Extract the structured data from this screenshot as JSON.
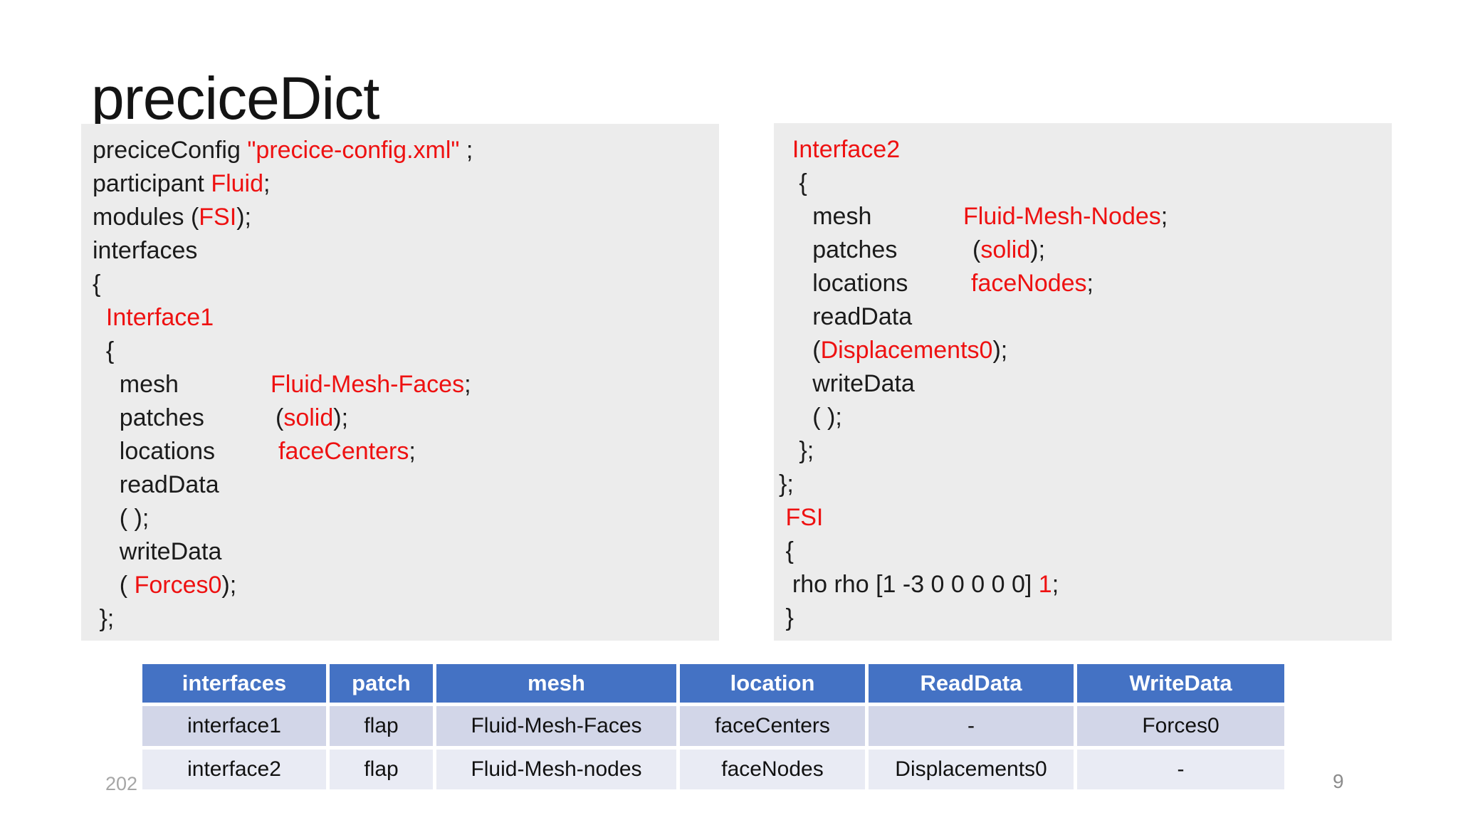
{
  "title": "preciceDict",
  "footer": {
    "date_fragment": "202",
    "page_number": "9"
  },
  "colors": {
    "red_keyword": "#ee1111",
    "code_background": "#ececec",
    "table_header_background": "#4472c4",
    "table_row_odd_background": "#d2d6e8",
    "table_row_even_background": "#e9ebf4"
  },
  "code_left": {
    "lines": [
      [
        {
          "t": "preciceConfig "
        },
        {
          "t": "\"precice-config.xml\"",
          "c": "r"
        },
        {
          "t": " ;"
        }
      ],
      [
        {
          "t": "participant "
        },
        {
          "t": "Fluid",
          "c": "r"
        },
        {
          "t": ";"
        }
      ],
      [
        {
          "t": "modules ("
        },
        {
          "t": "FSI",
          "c": "r"
        },
        {
          "t": ");"
        }
      ],
      [
        {
          "t": "interfaces"
        }
      ],
      [
        {
          "t": "{"
        }
      ],
      [
        {
          "t": "  "
        },
        {
          "t": "Interface1",
          "c": "r"
        }
      ],
      [
        {
          "t": "  {"
        }
      ],
      [
        {
          "t": "    mesh"
        },
        {
          "abs": 250,
          "seg": [
            {
              "t": "Fluid-Mesh-Faces",
              "c": "r"
            },
            {
              "t": ";"
            }
          ]
        }
      ],
      [
        {
          "t": "    patches"
        },
        {
          "abs": 257,
          "seg": [
            {
              "t": "("
            },
            {
              "t": "solid",
              "c": "r"
            },
            {
              "t": ");"
            }
          ]
        }
      ],
      [
        {
          "t": "    locations"
        },
        {
          "abs": 261,
          "seg": [
            {
              "t": "faceCenters",
              "c": "r"
            },
            {
              "t": ";"
            }
          ]
        }
      ],
      [
        {
          "t": "    readData"
        }
      ],
      [
        {
          "t": "    ( );"
        }
      ],
      [
        {
          "t": "    writeData"
        }
      ],
      [
        {
          "t": "    ( "
        },
        {
          "t": "Forces0",
          "c": "r"
        },
        {
          "t": ");"
        }
      ],
      [
        {
          "t": " };"
        }
      ]
    ]
  },
  "code_right": {
    "lines": [
      [
        {
          "t": "  "
        },
        {
          "t": "Interface2",
          "c": "r"
        }
      ],
      [
        {
          "t": "   {"
        }
      ],
      [
        {
          "t": "     mesh"
        },
        {
          "abs": 259,
          "seg": [
            {
              "t": "Fluid-Mesh-Nodes",
              "c": "r"
            },
            {
              "t": ";"
            }
          ]
        }
      ],
      [
        {
          "t": "     patches"
        },
        {
          "abs": 272,
          "seg": [
            {
              "t": "("
            },
            {
              "t": "solid",
              "c": "r"
            },
            {
              "t": ");"
            }
          ]
        }
      ],
      [
        {
          "t": "     locations"
        },
        {
          "abs": 270,
          "seg": [
            {
              "t": "faceNodes",
              "c": "r"
            },
            {
              "t": ";"
            }
          ]
        }
      ],
      [
        {
          "t": "     readData"
        }
      ],
      [
        {
          "t": "     ("
        },
        {
          "t": "Displacements0",
          "c": "r"
        },
        {
          "t": ");"
        }
      ],
      [
        {
          "t": "     writeData"
        }
      ],
      [
        {
          "t": "     ( );"
        }
      ],
      [
        {
          "t": "   };"
        }
      ],
      [
        {
          "t": "};"
        }
      ],
      [
        {
          "t": " "
        },
        {
          "t": "FSI",
          "c": "r"
        }
      ],
      [
        {
          "t": " {"
        }
      ],
      [
        {
          "t": "  rho rho [1 -3 0 0 0 0 0] "
        },
        {
          "t": "1",
          "c": "r"
        },
        {
          "t": ";"
        }
      ],
      [
        {
          "t": " }"
        }
      ]
    ]
  },
  "table": {
    "headers": [
      "interfaces",
      "patch",
      "mesh",
      "location",
      "ReadData",
      "WriteData"
    ],
    "rows": [
      [
        "interface1",
        "flap",
        "Fluid-Mesh-Faces",
        "faceCenters",
        "-",
        "Forces0"
      ],
      [
        "interface2",
        "flap",
        "Fluid-Mesh-nodes",
        "faceNodes",
        "Displacements0",
        "-"
      ]
    ]
  }
}
